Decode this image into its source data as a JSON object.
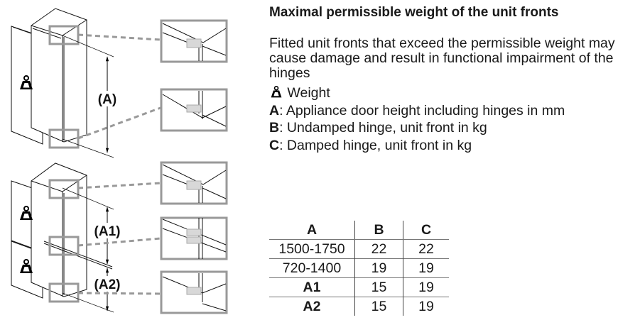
{
  "heading": "Maximal permissible weight of the unit fronts",
  "description": "Fitted unit fronts that exceed the permissible weight may cause damage and result in functional impairment of the hinges",
  "legend": [
    {
      "key": "weight-icon",
      "text": "Weight"
    },
    {
      "key": "A",
      "text": ": Appliance door height including hinges in mm"
    },
    {
      "key": "B",
      "text": ": Undamped hinge, unit front in kg"
    },
    {
      "key": "C",
      "text": ": Damped hinge, unit front in kg"
    }
  ],
  "diagram": {
    "label_a": "(A)",
    "label_a1": "(A1)",
    "label_a2": "(A2)",
    "line_color": "#111111",
    "callout_color": "#999999",
    "hinge_color": "#d8d8d8"
  },
  "table": {
    "headers": [
      "A",
      "B",
      "C"
    ],
    "rows": [
      [
        "1500-1750",
        "22",
        "22"
      ],
      [
        "720-1400",
        "19",
        "19"
      ],
      [
        "A1",
        "15",
        "19"
      ],
      [
        "A2",
        "15",
        "19"
      ]
    ]
  }
}
